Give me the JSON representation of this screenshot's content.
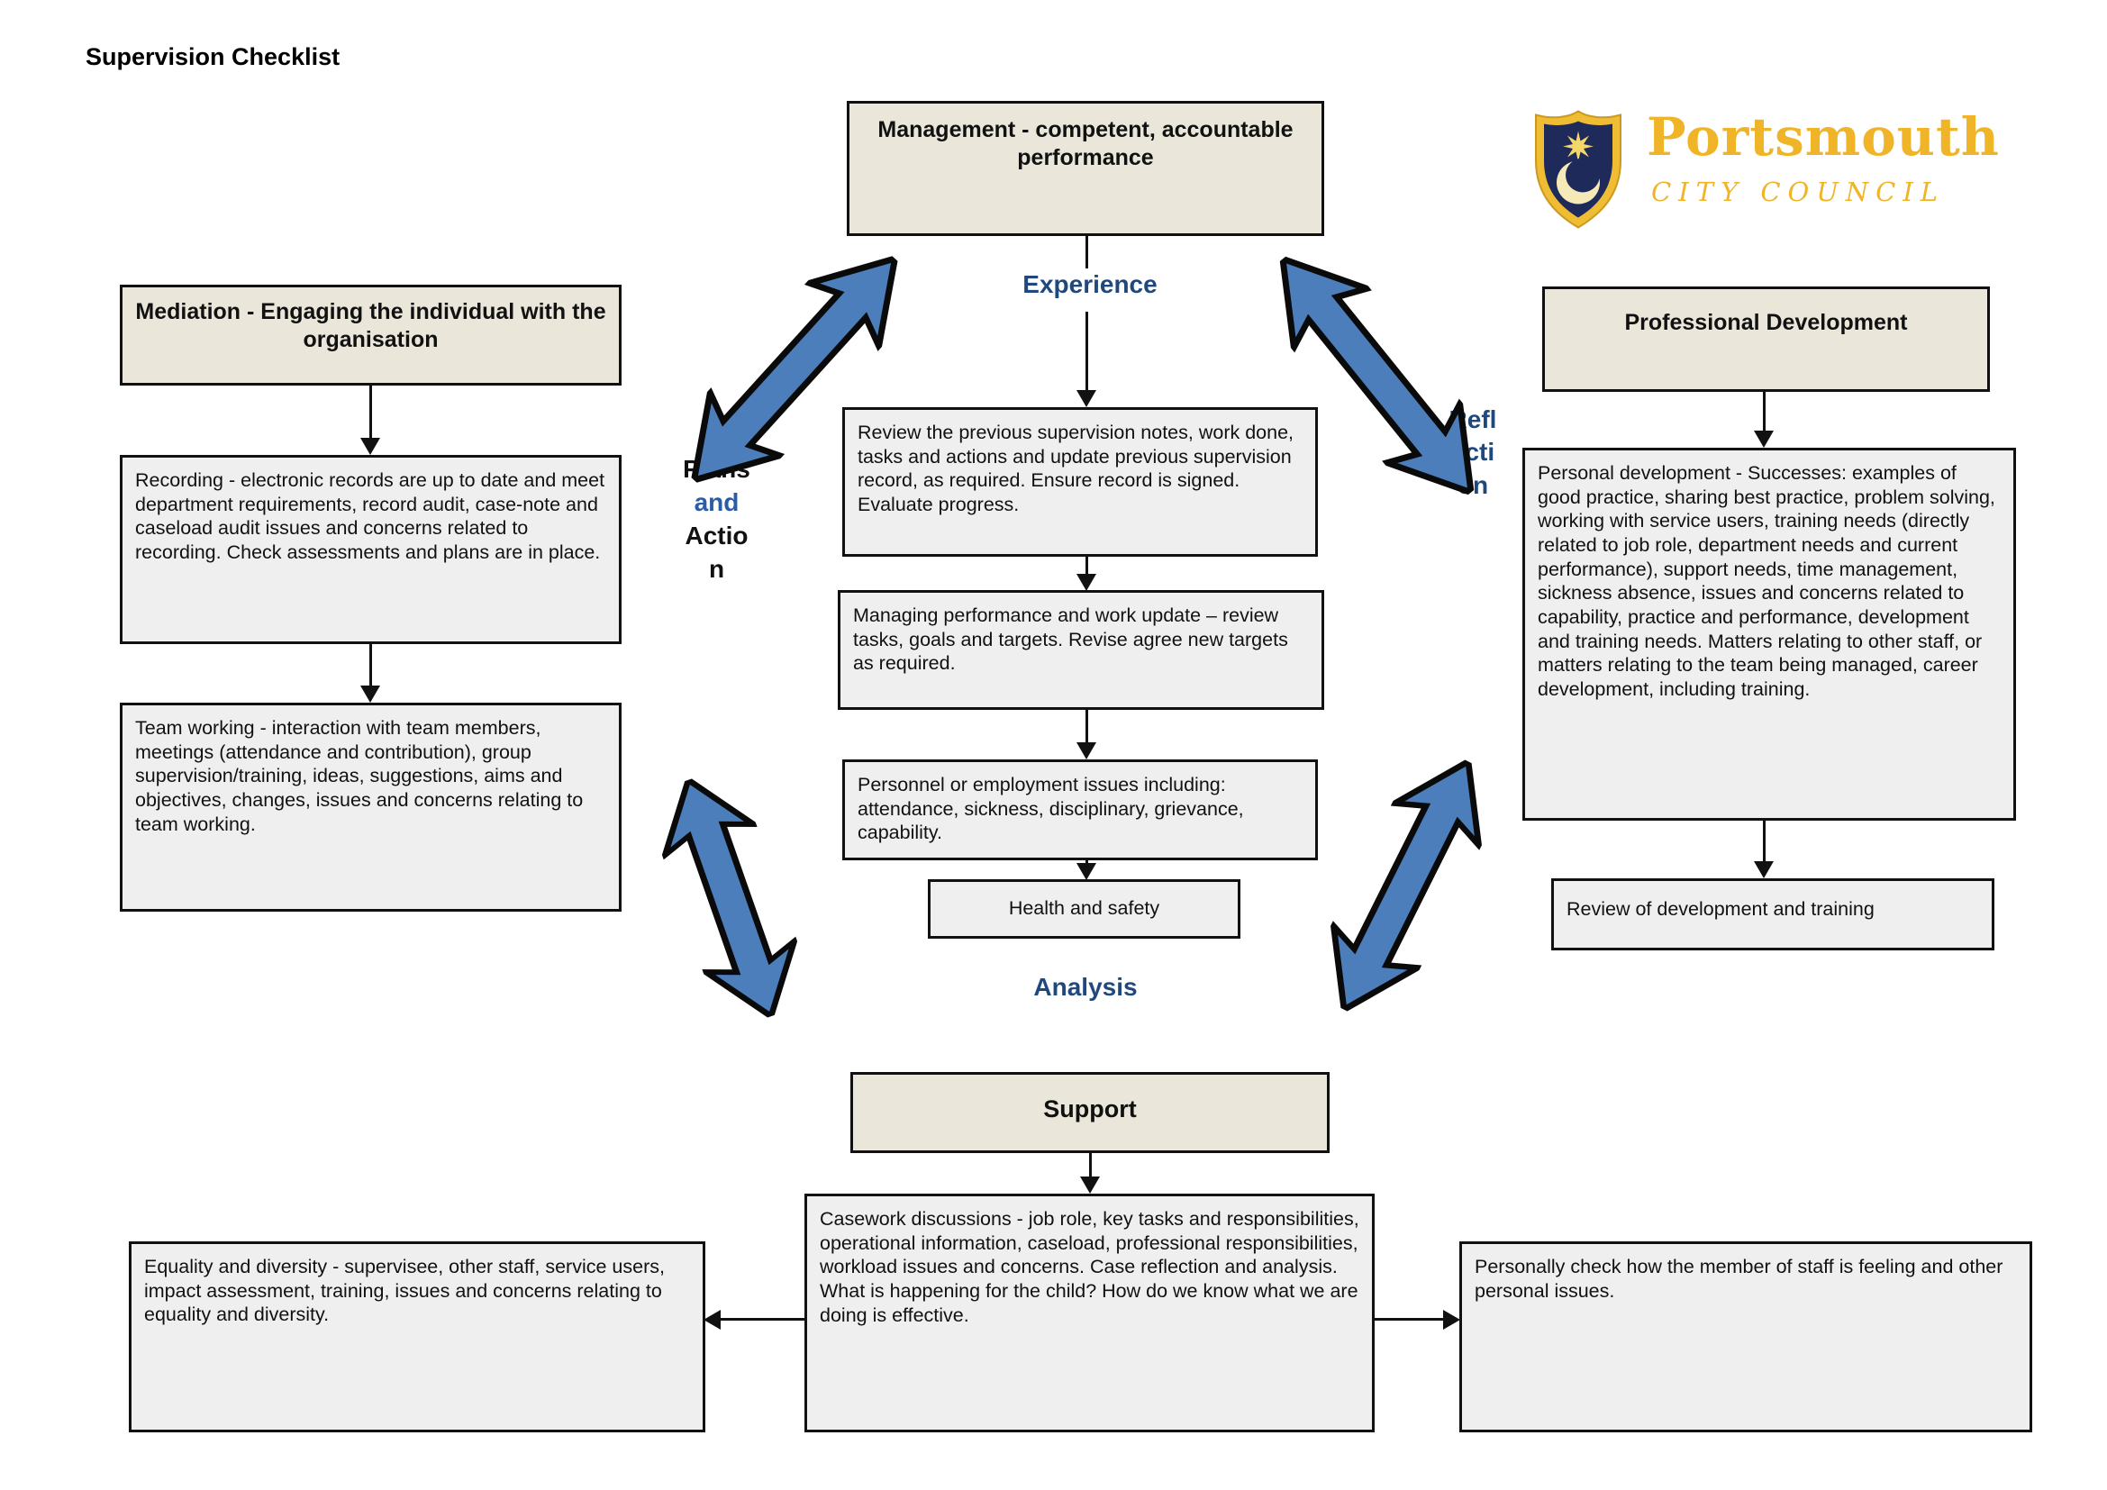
{
  "title": "Supervision Checklist",
  "logo": {
    "org": "Portsmouth",
    "org_sub": "CITY COUNCIL",
    "crest_icon": "shield-star-crescent"
  },
  "colors": {
    "arrow_blue": "#4C7EBB",
    "label_navy": "#1F497D",
    "and_blue": "#2A5DA8",
    "header_beige": "#EAE7DA",
    "body_gray": "#EFEFEF",
    "logo_gold": "#F0B429",
    "crest_navy": "#1E2A5A"
  },
  "cycle_labels": {
    "experience": "Experience",
    "analysis": "Analysis",
    "plans_and_action": {
      "w1": "Plans",
      "w2": "and",
      "w3": "Actio",
      "w4": "n"
    },
    "reflection": {
      "l1": "Refl",
      "l2": "ecti",
      "l3": "on"
    }
  },
  "boxes": {
    "management": "Management - competent, accountable performance",
    "mediation": "Mediation - Engaging the individual with the organisation",
    "professional_development": "Professional Development",
    "support": "Support",
    "review_notes": "Review the previous supervision notes, work done, tasks and actions and update previous supervision record, as required. Ensure record is signed. Evaluate progress.",
    "managing_performance": "Managing performance and work update – review  tasks, goals and targets. Revise agree new  targets as required.",
    "personnel": "Personnel or employment issues including: attendance, sickness, disciplinary, grievance, capability.",
    "health_safety": "Health and safety",
    "recording": "Recording - electronic records are up to date and meet department requirements, record audit, case-note and caseload audit issues and concerns related to recording. Check assessments and plans are in place.",
    "team_working": "Team working - interaction with team members, meetings (attendance and contribution), group supervision/training, ideas, suggestions, aims and objectives, changes, issues and concerns relating to team working.",
    "personal_development": "Personal development - Successes: examples of good practice, sharing best practice, problem solving, working with service users, training needs (directly related to job role, department needs and current performance), support needs, time management, sickness absence, issues and concerns related to capability, practice and performance, development and training needs. Matters relating to other staff, or matters relating to the team being managed, career development, including training.",
    "review_development": "Review  of  development and training",
    "casework": "Casework discussions - job role, key tasks and responsibilities, operational information, caseload, professional responsibilities, workload issues and concerns. Case reflection and analysis. What is happening for the child? How  do we know  what we are doing is effective.",
    "equality": "Equality and diversity - supervisee, other staff, service users, impact assessment, training, issues and concerns relating to equality and diversity.",
    "personally": "Personally check how  the member of  staff is feeling and other personal issues."
  }
}
